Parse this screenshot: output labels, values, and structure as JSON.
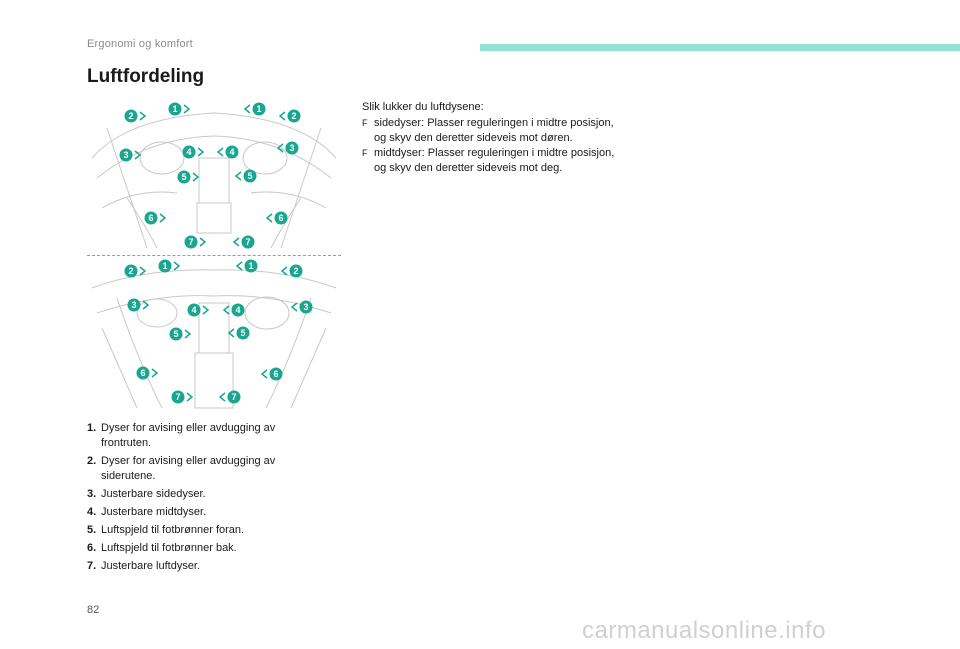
{
  "header": {
    "section_title": "Ergonomi og komfort",
    "accent_color": "#8fe3d6"
  },
  "page": {
    "title": "Luftfordeling",
    "number": "82"
  },
  "diagrams": {
    "top": {
      "icon": "car-interior-diagram-front",
      "markers": [
        "1",
        "1",
        "2",
        "2",
        "3",
        "3",
        "4",
        "4",
        "5",
        "5",
        "6",
        "6",
        "7",
        "7"
      ]
    },
    "bottom": {
      "icon": "car-interior-diagram-rear",
      "markers": [
        "1",
        "1",
        "2",
        "2",
        "3",
        "3",
        "4",
        "4",
        "5",
        "5",
        "6",
        "6",
        "7",
        "7"
      ]
    },
    "marker_color": "#19a68f"
  },
  "legend": [
    {
      "num": "1.",
      "text": "Dyser for avising eller avdugging av frontruten."
    },
    {
      "num": "2.",
      "text": "Dyser for avising eller avdugging av siderutene."
    },
    {
      "num": "3.",
      "text": "Justerbare sidedyser."
    },
    {
      "num": "4.",
      "text": "Justerbare midtdyser."
    },
    {
      "num": "5.",
      "text": "Luftspjeld til fotbrønner foran."
    },
    {
      "num": "6.",
      "text": "Luftspjeld til fotbrønner bak."
    },
    {
      "num": "7.",
      "text": "Justerbare luftdyser."
    }
  ],
  "instructions": {
    "intro": "Slik lukker du luftdysene:",
    "bullet_symbol": "F",
    "items": [
      "sidedyser: Plasser reguleringen i midtre posisjon, og skyv den deretter sideveis mot døren.",
      "midtdyser: Plasser reguleringen i midtre posisjon, og skyv den deretter sideveis mot deg."
    ]
  },
  "watermark": "carmanualsonline.info"
}
